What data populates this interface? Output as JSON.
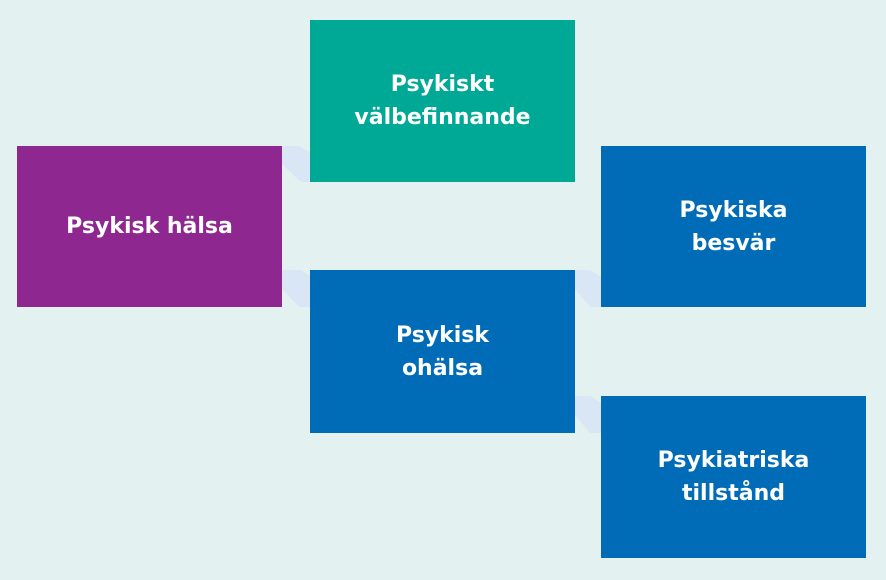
{
  "nodes": [
    {
      "id": "halsa",
      "lines": [
        "Psykisk hälsa"
      ]
    },
    {
      "id": "valbef",
      "lines": [
        "Psykiskt",
        "välbefinnande"
      ]
    },
    {
      "id": "ohalsa",
      "lines": [
        "Psykisk",
        "ohälsa"
      ]
    },
    {
      "id": "besvar",
      "lines": [
        "Psykiska",
        "besvär"
      ]
    },
    {
      "id": "tillstand",
      "lines": [
        "Psykiatriska",
        "tillstånd"
      ]
    }
  ],
  "edges": [
    {
      "from": "halsa",
      "to": "valbef"
    },
    {
      "from": "halsa",
      "to": "ohalsa"
    },
    {
      "from": "ohalsa",
      "to": "besvar"
    },
    {
      "from": "ohalsa",
      "to": "tillstand"
    }
  ],
  "colors": {
    "background": "#e3f2f0",
    "halsa": "#8e2790",
    "valbef": "#00a896",
    "ohalsa": "#006cb7",
    "besvar": "#006cb7",
    "tillstand": "#006cb7",
    "connector": "#d9e6f5"
  }
}
